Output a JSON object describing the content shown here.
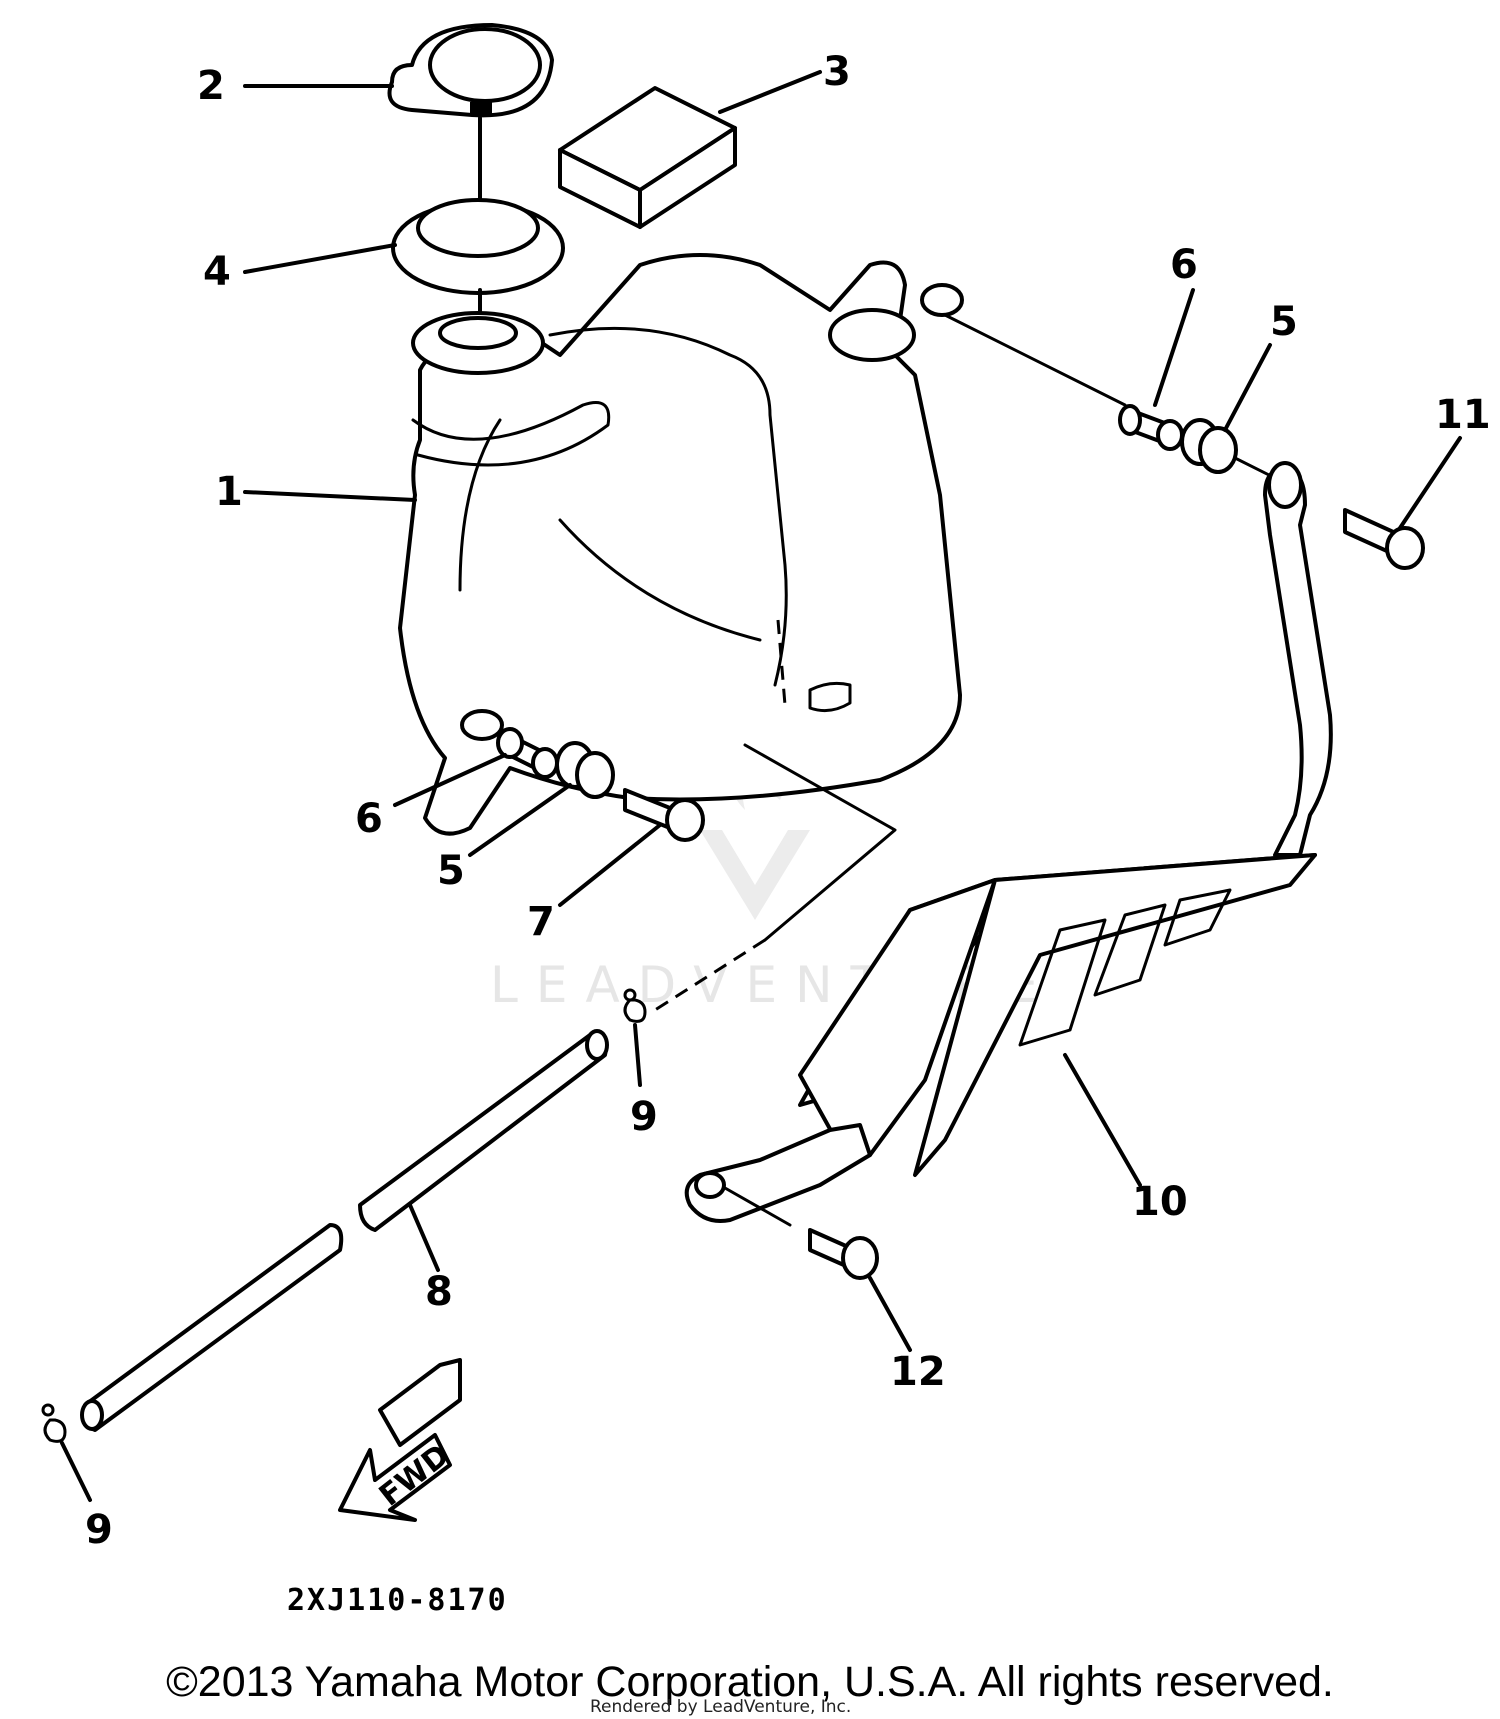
{
  "diagram": {
    "callouts": {
      "c1": "1",
      "c2": "2",
      "c3": "3",
      "c4": "4",
      "c5a": "5",
      "c5b": "5",
      "c6a": "6",
      "c6b": "6",
      "c7": "7",
      "c8": "8",
      "c9a": "9",
      "c9b": "9",
      "c10": "10",
      "c11": "11",
      "c12": "12"
    },
    "part_code": "2XJ110-8170",
    "fwd_label": "FWD",
    "watermark": "LEADVENTURE"
  },
  "footer": {
    "copyright": "©2013 Yamaha Motor Corporation, U.S.A. All rights reserved.",
    "rendered_by": "Rendered by LeadVenture, Inc."
  }
}
